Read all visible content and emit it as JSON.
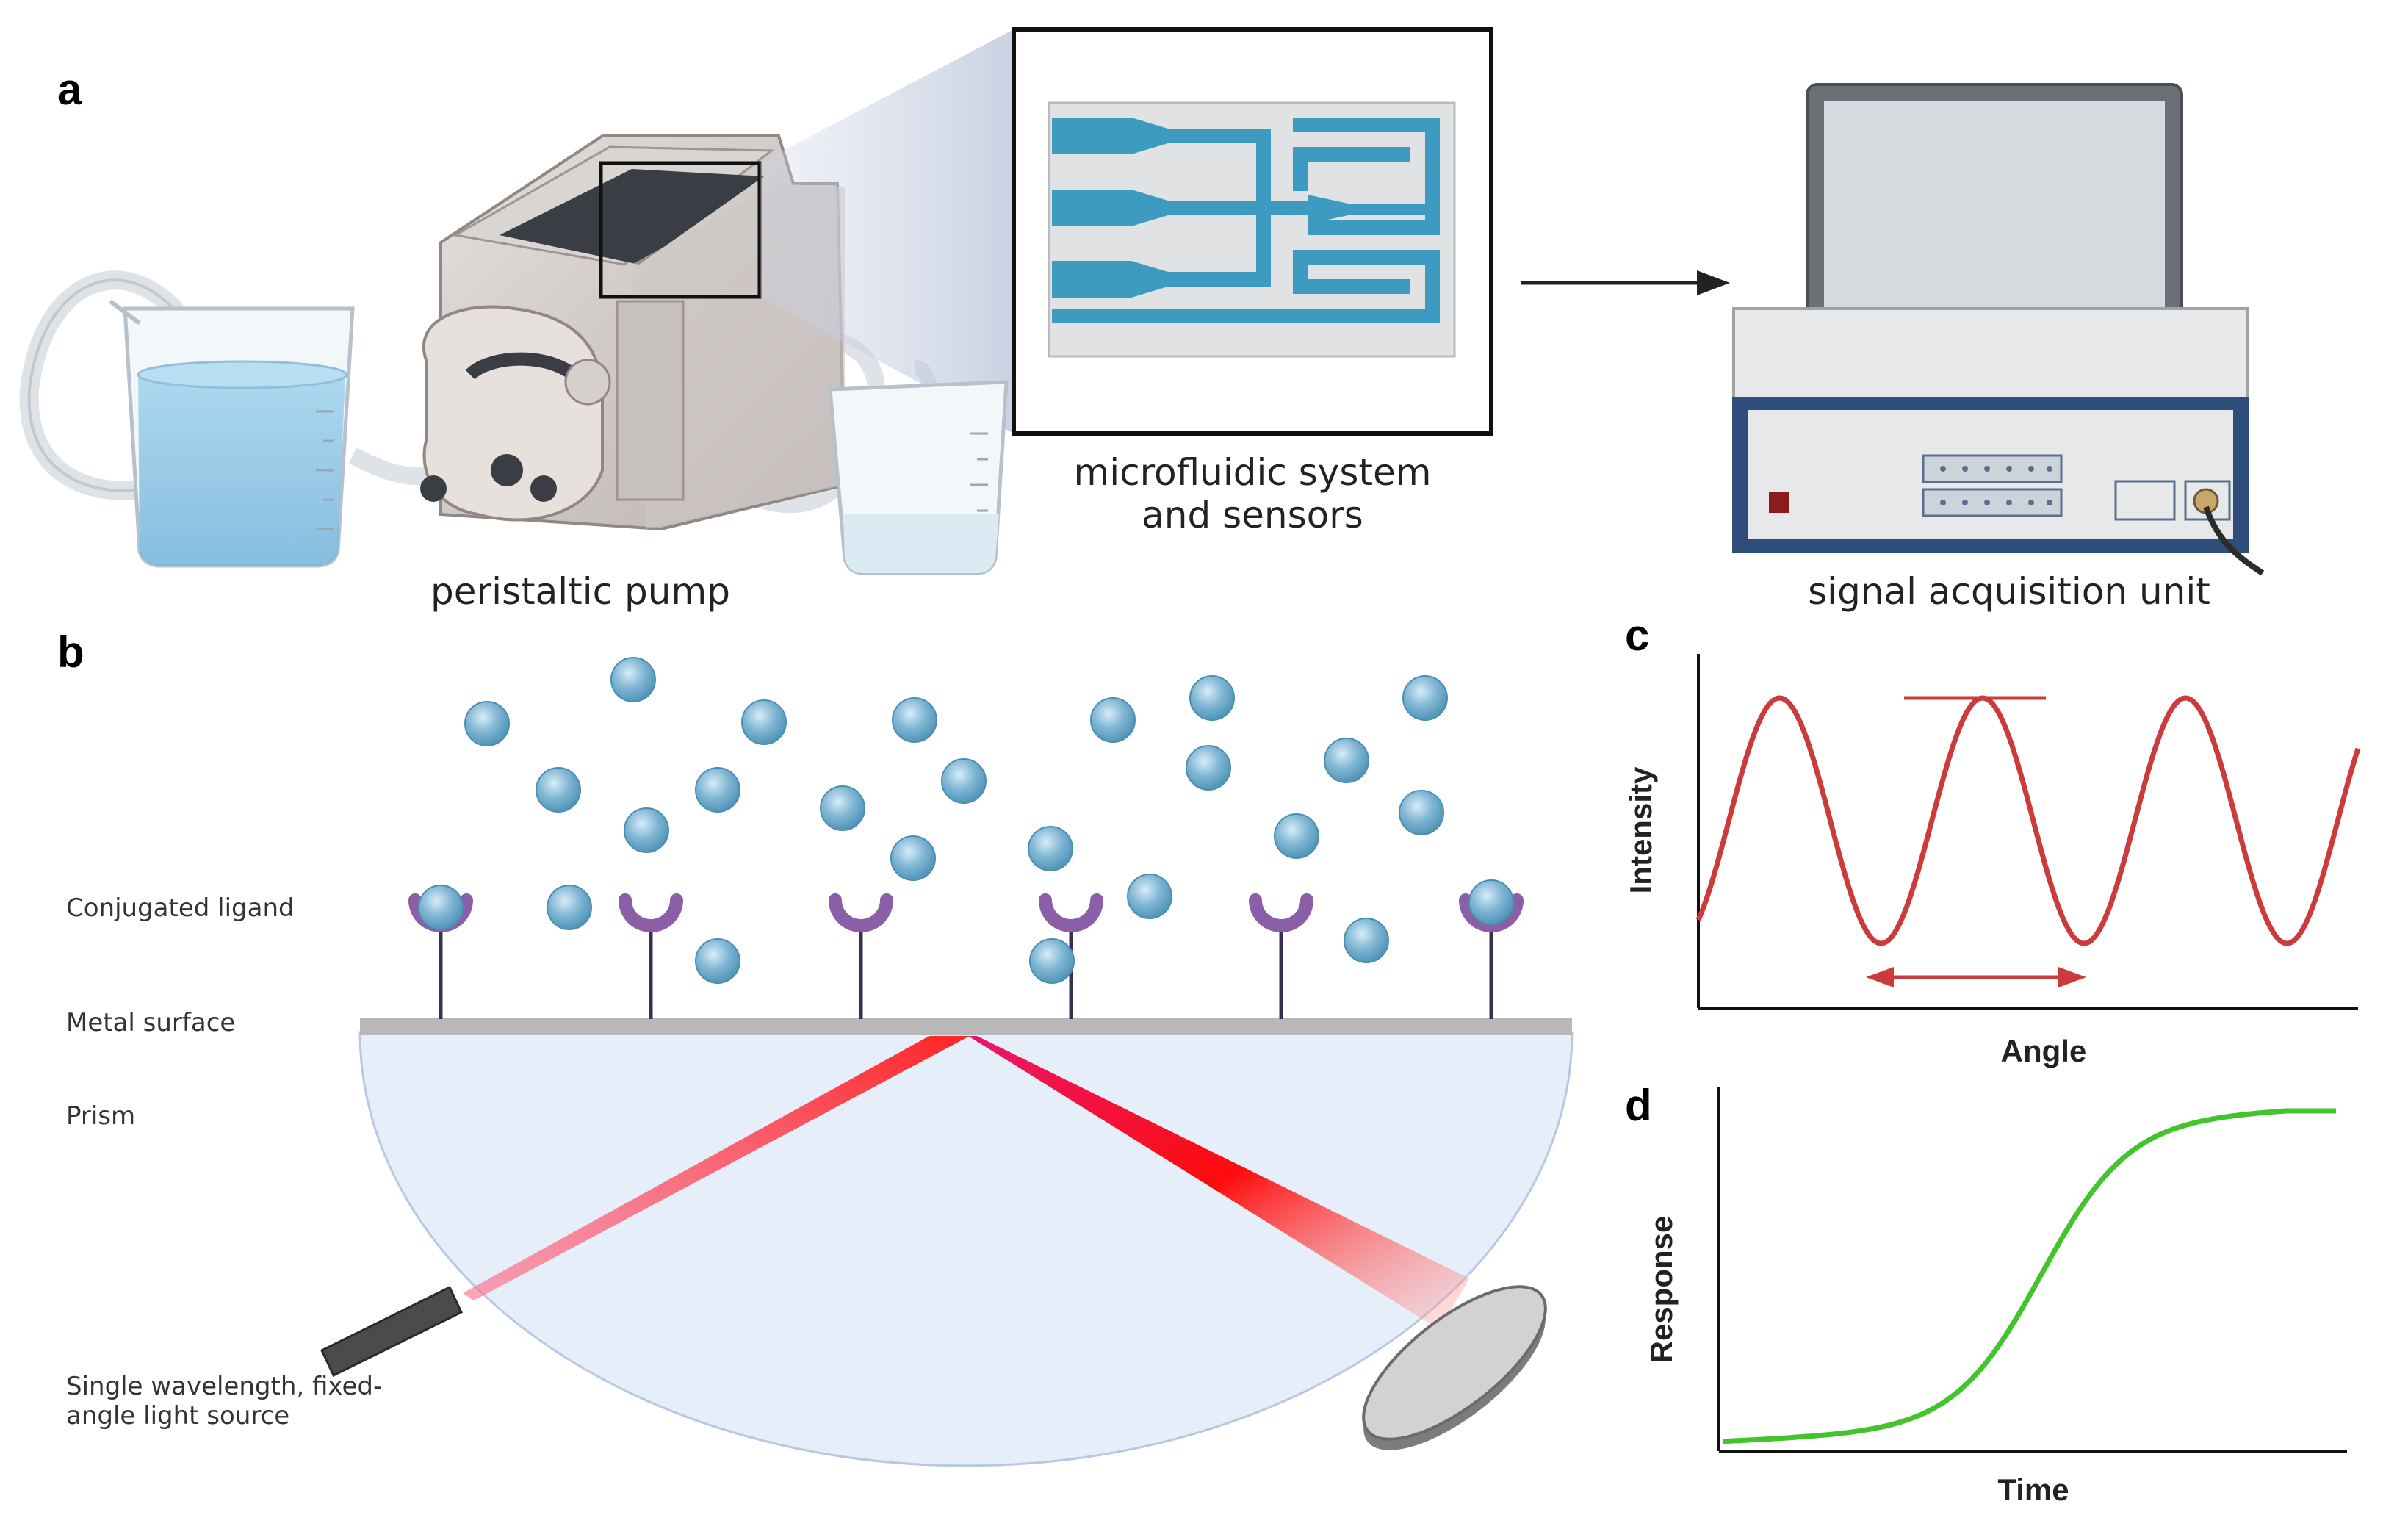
{
  "panels": {
    "a": {
      "letter": "a",
      "pump_caption": "peristaltic pump",
      "microfluidic_caption_line1": "microfluidic system",
      "microfluidic_caption_line2": "and sensors",
      "acquisition_caption": "signal acquisition unit"
    },
    "b": {
      "letter": "b",
      "ligand_label": "Conjugated ligand",
      "metal_label": "Metal surface",
      "prism_label": "Prism",
      "source_label_line1": "Single wavelength, fixed-",
      "source_label_line2": "angle light source"
    },
    "c": {
      "letter": "c"
    },
    "d": {
      "letter": "d"
    }
  },
  "colors": {
    "sine": "#cc3b3b",
    "sigmoid": "#44c42c",
    "particle": "#7fb6d4",
    "ligand": "#8b5ea8",
    "beam": "#ff1a1a",
    "prism": "#e6eef9",
    "metal": "#b8b8b8",
    "channel": "#3d9bc1"
  },
  "chart_data": [
    {
      "type": "line",
      "panel": "c",
      "xlabel": "Angle",
      "ylabel": "Intensity",
      "series": [
        {
          "periods": 3.25,
          "amplitude": 1.0
        }
      ],
      "annotations": [
        "peak marker",
        "period arrow"
      ]
    },
    {
      "type": "line",
      "panel": "d",
      "xlabel": "Time",
      "ylabel": "Response",
      "series": [
        {
          "shape": "sigmoid"
        }
      ]
    }
  ]
}
